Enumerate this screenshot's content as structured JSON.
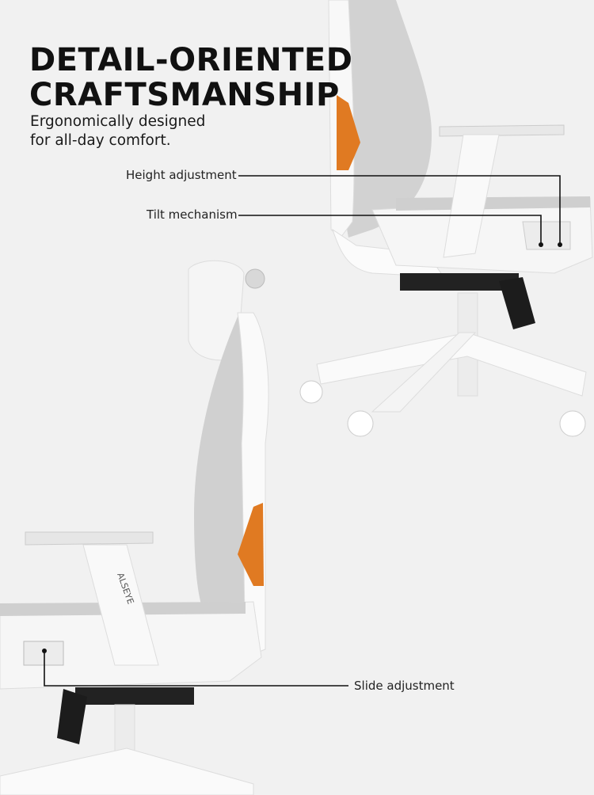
{
  "headline": {
    "line1": "DETAIL-ORIENTED",
    "line2": "CRAFTSMANSHIP"
  },
  "subtitle": {
    "line1": "Ergonomically designed",
    "line2": "for all-day comfort."
  },
  "callouts": {
    "height": "Height adjustment",
    "tilt": "Tilt mechanism",
    "slide": "Slide adjustment"
  },
  "brand_logo_text": "ALSEYE",
  "colors": {
    "background": "#f1f1f1",
    "accent": "#e07a22",
    "chair": "#f7f7f7",
    "mesh": "#cfcfcf"
  }
}
